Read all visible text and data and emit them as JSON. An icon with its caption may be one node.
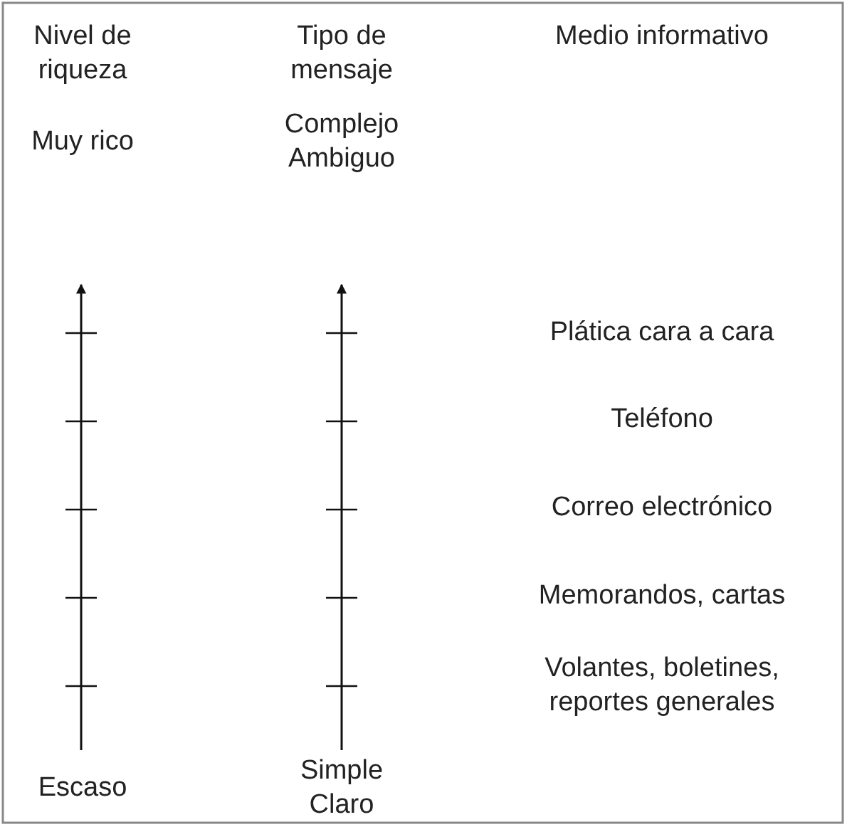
{
  "diagram": {
    "labels": [
      "Nivel de riqueza",
      "Tipo de mensaje",
      "Medio informativo",
      "Muy rico",
      "Complejo Ambiguo",
      "Plática cara a cara",
      "Teléfono",
      "Correo electrónico",
      "Memorandos, cartas",
      "Volantes, boletines, reportes generales",
      "Escaso",
      "Simple Claro"
    ]
  }
}
